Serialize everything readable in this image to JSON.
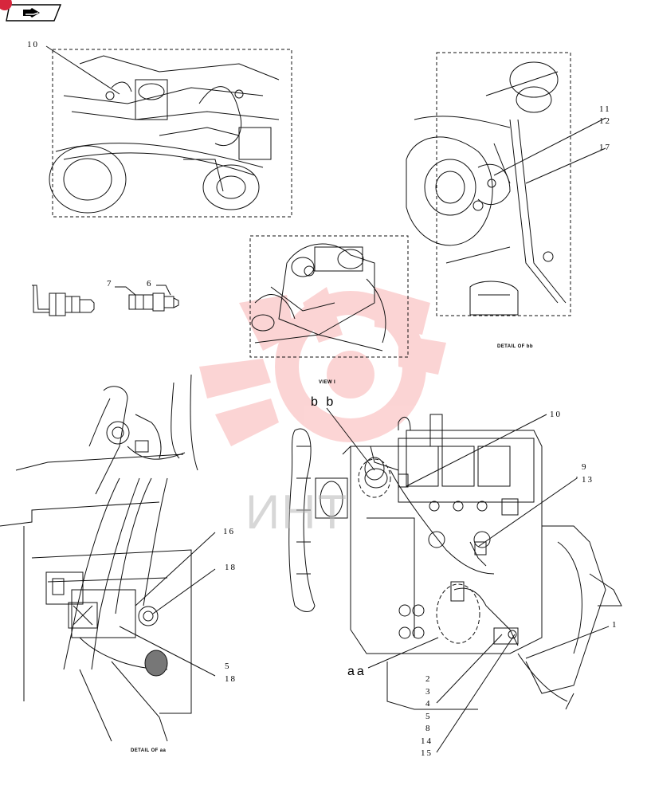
{
  "colors": {
    "line": "#111111",
    "watermark": "#f04040",
    "badge": "#d7263d"
  },
  "toolbar": {
    "icon": "arrow-right-icon"
  },
  "callouts": {
    "c10_top": "10",
    "c11": "11",
    "c12": "12",
    "c17": "17",
    "c7": "7",
    "c6": "6",
    "c16": "16",
    "c18": "18",
    "c5_left": "5",
    "c18_left": "18",
    "c10_main": "10",
    "c9": "9",
    "c13": "13",
    "c1": "1",
    "c2": "2",
    "c3": "3",
    "c4": "4",
    "c5": "5",
    "c8": "8",
    "c14": "14",
    "c15": "15"
  },
  "captions": {
    "detail_bb": "DETAIL OF bb",
    "view_i": "VIEW I",
    "detail_aa": "DETAIL OF aa"
  },
  "tags": {
    "bb": "b b",
    "aa": "aa"
  },
  "watermark": {
    "text": "ИНТ"
  }
}
